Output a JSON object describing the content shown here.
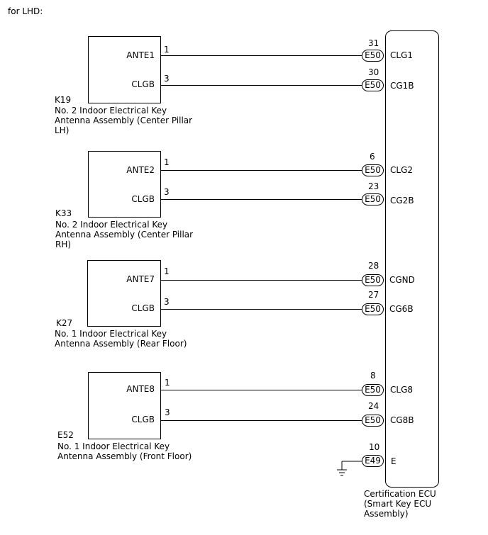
{
  "header": {
    "text": "for LHD:"
  },
  "ecu": {
    "label": "Certification ECU\n(Smart Key ECU\nAssembly)"
  },
  "components": [
    {
      "code": "K19",
      "description": "No. 2 Indoor Electrical Key\nAntenna Assembly (Center Pillar\nLH)",
      "pins": [
        {
          "name": "ANTE1",
          "pin": "1",
          "conn": "E50",
          "ecu_pin": "31",
          "ecu_terminal": "CLG1"
        },
        {
          "name": "CLGB",
          "pin": "3",
          "conn": "E50",
          "ecu_pin": "30",
          "ecu_terminal": "CG1B"
        }
      ]
    },
    {
      "code": "K33",
      "description": "No. 2 Indoor Electrical Key\nAntenna Assembly (Center Pillar\nRH)",
      "pins": [
        {
          "name": "ANTE2",
          "pin": "1",
          "conn": "E50",
          "ecu_pin": "6",
          "ecu_terminal": "CLG2"
        },
        {
          "name": "CLGB",
          "pin": "3",
          "conn": "E50",
          "ecu_pin": "23",
          "ecu_terminal": "CG2B"
        }
      ]
    },
    {
      "code": "K27",
      "description": "No. 1 Indoor Electrical Key\nAntenna Assembly (Rear Floor)",
      "pins": [
        {
          "name": "ANTE7",
          "pin": "1",
          "conn": "E50",
          "ecu_pin": "28",
          "ecu_terminal": "CGND"
        },
        {
          "name": "CLGB",
          "pin": "3",
          "conn": "E50",
          "ecu_pin": "27",
          "ecu_terminal": "CG6B"
        }
      ]
    },
    {
      "code": "E52",
      "description": "No. 1 Indoor Electrical Key\nAntenna Assembly (Front Floor)",
      "pins": [
        {
          "name": "ANTE8",
          "pin": "1",
          "conn": "E50",
          "ecu_pin": "8",
          "ecu_terminal": "CLG8"
        },
        {
          "name": "CLGB",
          "pin": "3",
          "conn": "E50",
          "ecu_pin": "24",
          "ecu_terminal": "CG8B"
        }
      ]
    }
  ],
  "ground": {
    "conn": "E49",
    "ecu_pin": "10",
    "ecu_terminal": "E"
  }
}
